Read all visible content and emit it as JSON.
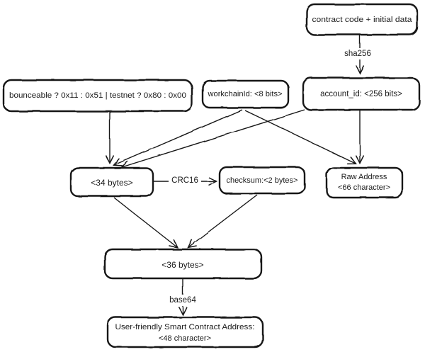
{
  "diagram": {
    "background_color": "#ffffff",
    "stroke_color": "#151515",
    "nodes": {
      "contract_code": {
        "label": "contract code + initial data"
      },
      "bounceable_flags": {
        "label": "bounceable ? 0x11 : 0x51 | testnet ? 0x80 : 0x00"
      },
      "workchain_id": {
        "label": "workchainId: <8 bits>"
      },
      "account_id": {
        "label": "account_id: <256 bits>"
      },
      "bytes_34": {
        "label": "<34 bytes>"
      },
      "checksum": {
        "label": "checksum:<2 bytes>"
      },
      "raw_address": {
        "line1": "Raw Address",
        "line2": "<66 character>"
      },
      "bytes_36": {
        "label": "<36 bytes>"
      },
      "user_friendly": {
        "line1": "User-friendly Smart Contract Address:",
        "line2": "<48 character>"
      }
    },
    "edge_labels": {
      "sha256": "sha256",
      "crc16": "CRC16",
      "base64": "base64"
    },
    "edges": [
      {
        "from": "contract_code",
        "to": "account_id",
        "label": "sha256"
      },
      {
        "from": "bounceable_flags",
        "to": "bytes_34",
        "label": ""
      },
      {
        "from": "workchain_id",
        "to": "bytes_34",
        "label": ""
      },
      {
        "from": "workchain_id",
        "to": "raw_address",
        "label": ""
      },
      {
        "from": "account_id",
        "to": "bytes_34",
        "label": ""
      },
      {
        "from": "account_id",
        "to": "raw_address",
        "label": ""
      },
      {
        "from": "bytes_34",
        "to": "checksum",
        "label": "CRC16"
      },
      {
        "from": "bytes_34",
        "to": "bytes_36",
        "label": ""
      },
      {
        "from": "checksum",
        "to": "bytes_36",
        "label": ""
      },
      {
        "from": "bytes_36",
        "to": "user_friendly",
        "label": "base64"
      }
    ]
  }
}
